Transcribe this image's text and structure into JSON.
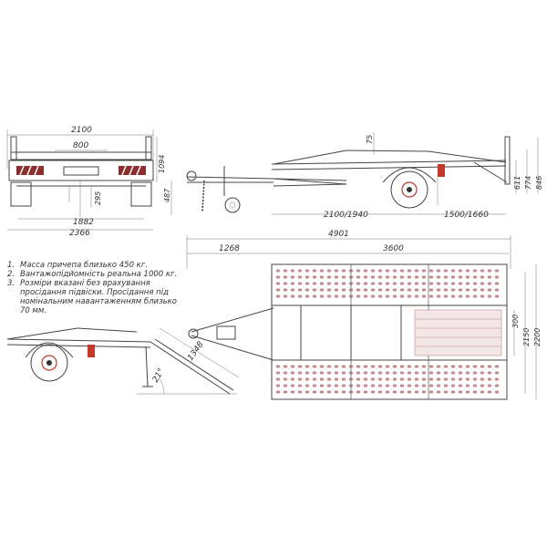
{
  "dims": {
    "rear_width_top": "2100",
    "rear_inner": "800",
    "rear_h1": "1094",
    "rear_h2": "487",
    "rear_h3": "295",
    "rear_track": "1882",
    "rear_total": "2366",
    "side_75": "75",
    "side_front": "2100/1940",
    "side_rear": "1500/1660",
    "side_h611": "611",
    "side_h774": "774",
    "side_h846": "846",
    "plan_1268": "1268",
    "plan_total": "4901",
    "plan_3600": "3600",
    "plan_300": "300",
    "plan_2150": "2150",
    "plan_2200": "2200",
    "ramp_1348": "1348",
    "ramp_angle": "21°"
  },
  "notes": [
    {
      "num": "1.",
      "text": "Масса причепа близько 450 кг."
    },
    {
      "num": "2.",
      "text": "Вантажопідйомність реальна 1000 кг."
    },
    {
      "num": "3.",
      "text": "Розміри вказані без врахування просідання підвіски. Просідання під номінальним навантаженням близько 70 мм."
    }
  ],
  "colors": {
    "outline": "#444444",
    "deck_fill": "#f3e6e6",
    "hole": "#c48a8a",
    "rear_red": "#c0392b",
    "stripe": "#8b2e2e"
  }
}
